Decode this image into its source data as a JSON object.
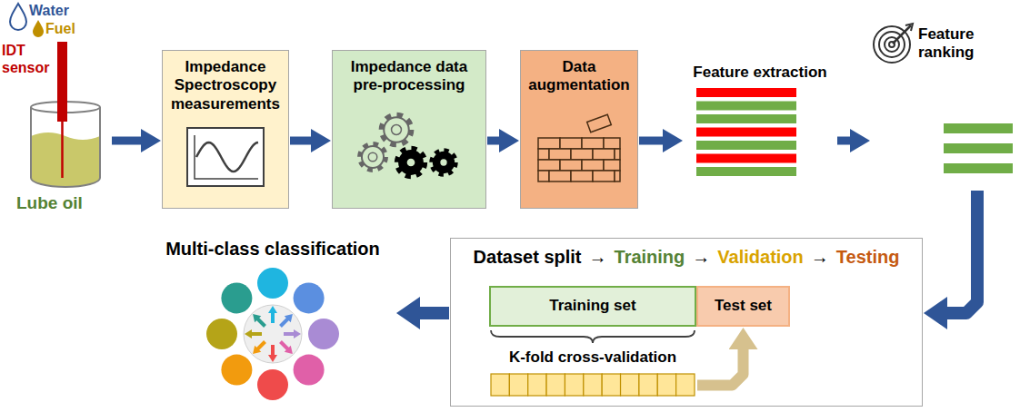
{
  "diagram": {
    "nodes": [
      {
        "text": [
          "Water",
          "Fuel",
          "IDT sensor",
          "Lube oil"
        ]
      },
      {
        "text": [
          "Impedance Spectroscopy measurements"
        ]
      },
      {
        "text": [
          "Impedance data pre-processing"
        ]
      },
      {
        "text": [
          "Data augmentation"
        ]
      },
      {
        "text": [
          "Feature extraction"
        ]
      },
      {
        "text": [
          "Feature ranking"
        ]
      },
      {
        "text": [
          "Dataset split",
          "→",
          "Training",
          "→",
          "Validation",
          "→",
          "Testing"
        ]
      },
      {
        "text": [
          "Training set"
        ],
        "in": 6
      },
      {
        "text": [
          "Test set"
        ],
        "in": 6
      },
      {
        "text": [
          "K-fold cross-validation"
        ],
        "in": 6
      },
      {
        "text": [
          "Multi-class classification"
        ]
      }
    ],
    "edges": [
      {
        "from": 0,
        "to": 1,
        "arrow": "to"
      },
      {
        "from": 1,
        "to": 2,
        "arrow": "to"
      },
      {
        "from": 2,
        "to": 3,
        "arrow": "to"
      },
      {
        "from": 3,
        "to": 4,
        "arrow": "to"
      },
      {
        "from": 4,
        "to": 5,
        "arrow": "to"
      },
      {
        "from": 5,
        "to": 6,
        "arrow": "to"
      },
      {
        "from": 9,
        "to": 8,
        "arrow": "to"
      },
      {
        "from": 6,
        "to": 10,
        "arrow": "to"
      }
    ]
  }
}
